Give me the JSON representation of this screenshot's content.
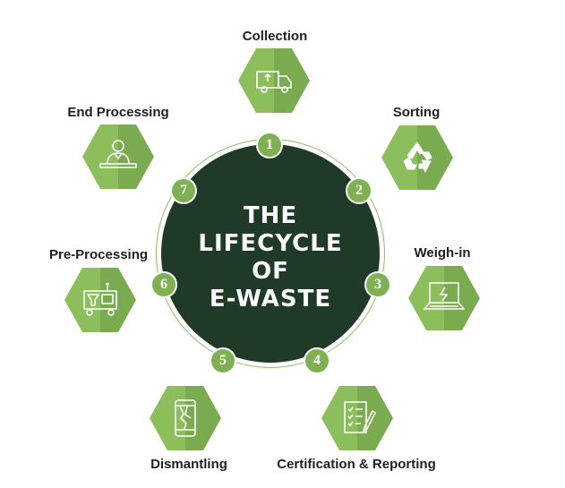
{
  "title_lines": [
    "THE",
    "LIFECYCLE",
    "OF",
    "E-WASTE"
  ],
  "stages": [
    {
      "num": "1",
      "label": "Collection",
      "icon": "truck-icon"
    },
    {
      "num": "2",
      "label": "Sorting",
      "icon": "recycle-icon"
    },
    {
      "num": "3",
      "label": "Weigh-in",
      "icon": "laptop-icon"
    },
    {
      "num": "4",
      "label": "Certification & Reporting",
      "icon": "checklist-icon"
    },
    {
      "num": "5",
      "label": "Dismantling",
      "icon": "broken-phone-icon"
    },
    {
      "num": "6",
      "label": "Pre-Processing",
      "icon": "machine-icon"
    },
    {
      "num": "7",
      "label": "End Processing",
      "icon": "worker-icon"
    }
  ],
  "colors": {
    "center": "#1f3b28",
    "hex_light": "#8cbf5c",
    "hex_dark": "#7bab50",
    "number_badge": "#7fb152",
    "text": "#1f1f1f"
  }
}
